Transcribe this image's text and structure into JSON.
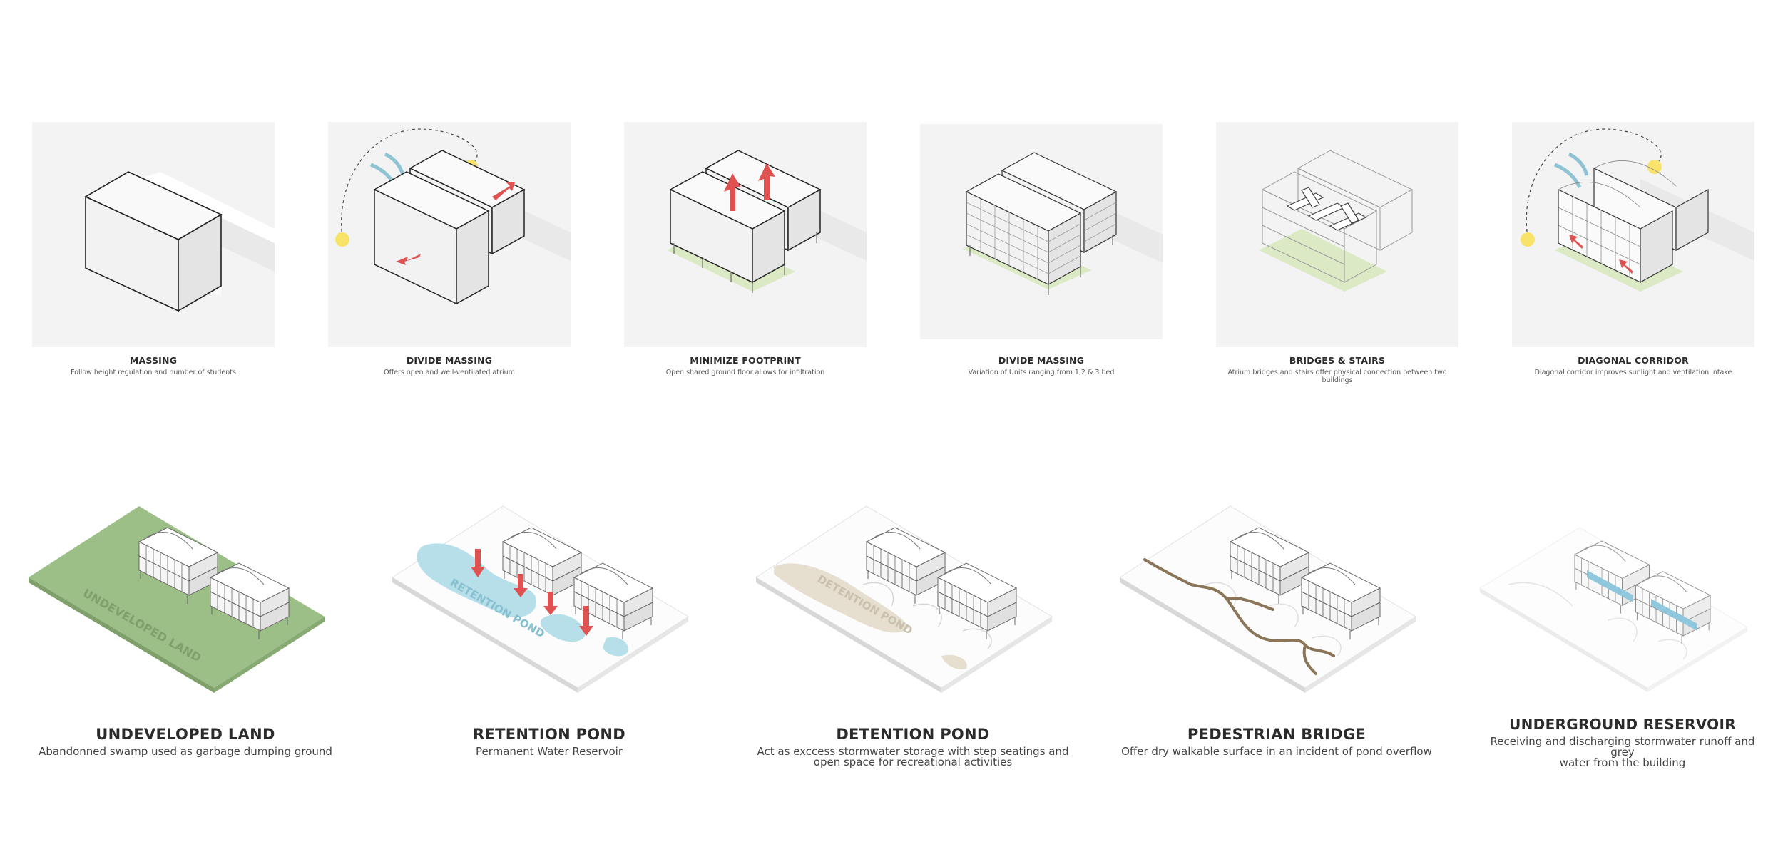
{
  "top_row": [
    {
      "title": "MASSING",
      "desc": "Follow height regulation and number of students"
    },
    {
      "title": "DIVIDE MASSING",
      "desc": "Offers open and well-ventilated atrium"
    },
    {
      "title": "MINIMIZE FOOTPRINT",
      "desc": "Open shared ground floor allows for infiltration"
    },
    {
      "title": "DIVIDE MASSING",
      "desc": "Variation of Units ranging from 1,2 & 3 bed"
    },
    {
      "title": "BRIDGES & STAIRS",
      "desc": "Atrium bridges and stairs offer physical connection between two buildings"
    },
    {
      "title": "DIAGONAL CORRIDOR",
      "desc": "Diagonal corridor improves sunlight and ventilation intake"
    }
  ],
  "bottom_row": [
    {
      "title": "UNDEVELOPED LAND",
      "desc": "Abandonned swamp used as garbage dumping ground",
      "label": "UNDEVELOPED LAND"
    },
    {
      "title": "RETENTION POND",
      "desc": "Permanent Water Reservoir",
      "label": "RETENTION POND"
    },
    {
      "title": "DETENTION POND",
      "desc_l1": "Act as exccess stormwater storage with step seatings and",
      "desc_l2": "open space for recreational activities",
      "label": "DETENTION POND"
    },
    {
      "title": "PEDESTRIAN BRIDGE",
      "desc": "Offer dry walkable surface in an incident of pond overflow"
    },
    {
      "title": "UNDERGROUND RESERVOIR",
      "desc_l1": "Receiving and discharging stormwater runoff and grey",
      "desc_l2": "water from the building"
    }
  ],
  "colors": {
    "panel_bg": "#f3f3f3",
    "arrow_red": "#e05252",
    "sun_yellow": "#f7e36a",
    "wind_blue": "#8fc3d4",
    "green_land": "#9bbf86",
    "pond_blue": "#b6dfe9",
    "detention_beige": "#e6dfcf",
    "bridge_brown": "#8a7558",
    "footprint_green": "#dbe9c4"
  }
}
